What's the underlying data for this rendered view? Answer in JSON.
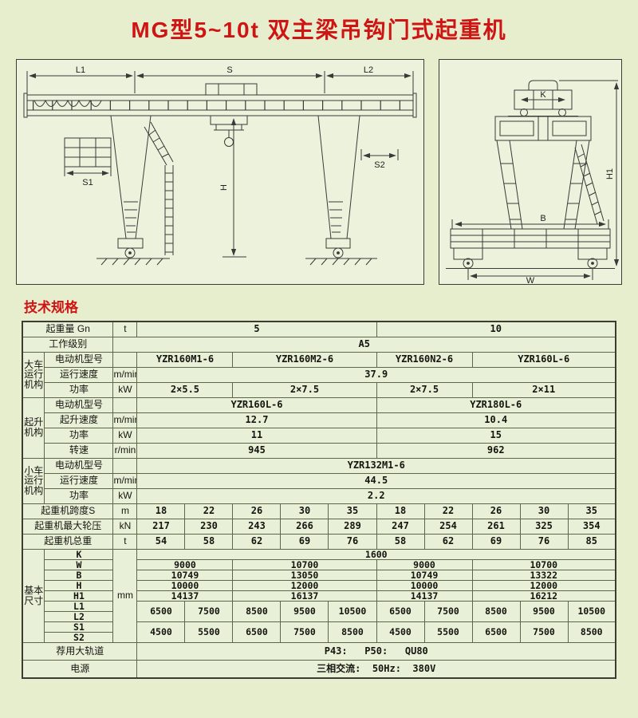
{
  "title": "MG型5~10t 双主梁吊钩门式起重机",
  "section_heading": "技术规格",
  "colors": {
    "background": "#e7eecd",
    "heading_red": "#cf1414",
    "cell_dark": "#cddeb5",
    "cell_light": "#eaf1da",
    "cell_header": "#d8e5c0",
    "line_color": "#3a3a3a"
  },
  "drawings": {
    "front": {
      "labels": {
        "l1": "L1",
        "s": "S",
        "l2": "L2",
        "s1": "S1",
        "s2": "S2",
        "h": "H"
      }
    },
    "end": {
      "labels": {
        "k": "K",
        "b": "B",
        "w": "W",
        "h1": "H1"
      }
    }
  },
  "table": {
    "rows": [
      {
        "cells": [
          {
            "t": "起重量 Gn",
            "c": "hd lab",
            "cs": 2
          },
          {
            "t": "t",
            "c": "hd unit"
          },
          {
            "t": "5",
            "c": "num lt",
            "cs": 5
          },
          {
            "t": "10",
            "c": "num dk",
            "cs": 5
          }
        ]
      },
      {
        "cells": [
          {
            "t": "工作级别",
            "c": "hd lab",
            "cs": 2
          },
          {
            "t": "A5",
            "c": "num lt",
            "cs": 11
          }
        ]
      },
      {
        "cells": [
          {
            "t": "大车\n运行\n机构",
            "c": "hd grp",
            "rs": 3
          },
          {
            "t": "电动机型号",
            "c": "hd lab"
          },
          {
            "t": "",
            "c": "hd unit"
          },
          {
            "t": "YZR160M1-6",
            "c": "num dk",
            "cs": 2
          },
          {
            "t": "YZR160M2-6",
            "c": "num lt",
            "cs": 3
          },
          {
            "t": "YZR160N2-6",
            "c": "num dk",
            "cs": 2
          },
          {
            "t": "YZR160L-6",
            "c": "num lt",
            "cs": 3
          }
        ]
      },
      {
        "cells": [
          {
            "t": "运行速度",
            "c": "hd lab"
          },
          {
            "t": "m/min",
            "c": "hd unit"
          },
          {
            "t": "37.9",
            "c": "num lt",
            "cs": 10
          }
        ]
      },
      {
        "cells": [
          {
            "t": "功率",
            "c": "hd lab"
          },
          {
            "t": "kW",
            "c": "hd unit"
          },
          {
            "t": "2×5.5",
            "c": "num dk",
            "cs": 2
          },
          {
            "t": "2×7.5",
            "c": "num lt",
            "cs": 3
          },
          {
            "t": "2×7.5",
            "c": "num dk",
            "cs": 2
          },
          {
            "t": "2×11",
            "c": "num lt",
            "cs": 3
          }
        ]
      },
      {
        "cells": [
          {
            "t": "起升\n机构",
            "c": "hd grp",
            "rs": 4
          },
          {
            "t": "电动机型号",
            "c": "hd lab"
          },
          {
            "t": "",
            "c": "hd unit"
          },
          {
            "t": "YZR160L-6",
            "c": "num lt",
            "cs": 5
          },
          {
            "t": "YZR180L-6",
            "c": "num dk",
            "cs": 5
          }
        ]
      },
      {
        "cells": [
          {
            "t": "起升速度",
            "c": "hd lab"
          },
          {
            "t": "m/min",
            "c": "hd unit"
          },
          {
            "t": "12.7",
            "c": "num lt",
            "cs": 5
          },
          {
            "t": "10.4",
            "c": "num dk",
            "cs": 5
          }
        ]
      },
      {
        "cells": [
          {
            "t": "功率",
            "c": "hd lab"
          },
          {
            "t": "kW",
            "c": "hd unit"
          },
          {
            "t": "11",
            "c": "num lt",
            "cs": 5
          },
          {
            "t": "15",
            "c": "num dk",
            "cs": 5
          }
        ]
      },
      {
        "cells": [
          {
            "t": "转速",
            "c": "hd lab"
          },
          {
            "t": "r/min",
            "c": "hd unit"
          },
          {
            "t": "945",
            "c": "num lt",
            "cs": 5
          },
          {
            "t": "962",
            "c": "num dk",
            "cs": 5
          }
        ]
      },
      {
        "cells": [
          {
            "t": "小车\n运行\n机构",
            "c": "hd grp",
            "rs": 3
          },
          {
            "t": "电动机型号",
            "c": "hd lab"
          },
          {
            "t": "",
            "c": "hd unit"
          },
          {
            "t": "YZR132M1-6",
            "c": "num lt",
            "cs": 10
          }
        ]
      },
      {
        "cells": [
          {
            "t": "运行速度",
            "c": "hd lab"
          },
          {
            "t": "m/min",
            "c": "hd unit"
          },
          {
            "t": "44.5",
            "c": "num lt",
            "cs": 10
          }
        ]
      },
      {
        "cells": [
          {
            "t": "功率",
            "c": "hd lab"
          },
          {
            "t": "kW",
            "c": "hd unit"
          },
          {
            "t": "2.2",
            "c": "num lt",
            "cs": 10
          }
        ]
      },
      {
        "cells": [
          {
            "t": "起重机跨度S",
            "c": "hd lab",
            "cs": 2
          },
          {
            "t": "m",
            "c": "hd unit"
          },
          {
            "t": "18",
            "c": "num dk"
          },
          {
            "t": "22",
            "c": "num lt"
          },
          {
            "t": "26",
            "c": "num dk"
          },
          {
            "t": "30",
            "c": "num lt"
          },
          {
            "t": "35",
            "c": "num dk"
          },
          {
            "t": "18",
            "c": "num lt"
          },
          {
            "t": "22",
            "c": "num dk"
          },
          {
            "t": "26",
            "c": "num lt"
          },
          {
            "t": "30",
            "c": "num dk"
          },
          {
            "t": "35",
            "c": "num lt"
          }
        ]
      },
      {
        "cells": [
          {
            "t": "起重机最大轮压",
            "c": "hd lab",
            "cs": 2
          },
          {
            "t": "kN",
            "c": "hd unit"
          },
          {
            "t": "217",
            "c": "num dk"
          },
          {
            "t": "230",
            "c": "num lt"
          },
          {
            "t": "243",
            "c": "num dk"
          },
          {
            "t": "266",
            "c": "num lt"
          },
          {
            "t": "289",
            "c": "num dk"
          },
          {
            "t": "247",
            "c": "num lt"
          },
          {
            "t": "254",
            "c": "num dk"
          },
          {
            "t": "261",
            "c": "num lt"
          },
          {
            "t": "325",
            "c": "num dk"
          },
          {
            "t": "354",
            "c": "num lt"
          }
        ]
      },
      {
        "cells": [
          {
            "t": "起重机总重",
            "c": "hd lab",
            "cs": 2
          },
          {
            "t": "t",
            "c": "hd unit"
          },
          {
            "t": "54",
            "c": "num dk"
          },
          {
            "t": "58",
            "c": "num lt"
          },
          {
            "t": "62",
            "c": "num dk"
          },
          {
            "t": "69",
            "c": "num lt"
          },
          {
            "t": "76",
            "c": "num dk"
          },
          {
            "t": "58",
            "c": "num lt"
          },
          {
            "t": "62",
            "c": "num dk"
          },
          {
            "t": "69",
            "c": "num lt"
          },
          {
            "t": "76",
            "c": "num dk"
          },
          {
            "t": "85",
            "c": "num lt"
          }
        ]
      },
      {
        "cls": "dim",
        "cells": [
          {
            "t": "基本\n尺寸",
            "c": "hd grp",
            "rs": 9
          },
          {
            "t": "K",
            "c": "hd num"
          },
          {
            "t": "mm",
            "c": "hd unit",
            "rs": 9
          },
          {
            "t": "1600",
            "c": "num lt",
            "cs": 10
          }
        ]
      },
      {
        "cls": "dim",
        "cells": [
          {
            "t": "W",
            "c": "hd num"
          },
          {
            "t": "9000",
            "c": "num dk",
            "cs": 2
          },
          {
            "t": "10700",
            "c": "num lt",
            "cs": 3
          },
          {
            "t": "9000",
            "c": "num dk",
            "cs": 2
          },
          {
            "t": "10700",
            "c": "num lt",
            "cs": 3
          }
        ]
      },
      {
        "cls": "dim",
        "cells": [
          {
            "t": "B",
            "c": "hd num"
          },
          {
            "t": "10749",
            "c": "num dk",
            "cs": 2
          },
          {
            "t": "13050",
            "c": "num lt",
            "cs": 3
          },
          {
            "t": "10749",
            "c": "num dk",
            "cs": 2
          },
          {
            "t": "13322",
            "c": "num lt",
            "cs": 3
          }
        ]
      },
      {
        "cls": "dim",
        "cells": [
          {
            "t": "H",
            "c": "hd num"
          },
          {
            "t": "10000",
            "c": "num dk",
            "cs": 2
          },
          {
            "t": "12000",
            "c": "num lt",
            "cs": 3
          },
          {
            "t": "10000",
            "c": "num dk",
            "cs": 2
          },
          {
            "t": "12000",
            "c": "num lt",
            "cs": 3
          }
        ]
      },
      {
        "cls": "dim",
        "cells": [
          {
            "t": "H1",
            "c": "hd num"
          },
          {
            "t": "14137",
            "c": "num dk",
            "cs": 2
          },
          {
            "t": "16137",
            "c": "num lt",
            "cs": 3
          },
          {
            "t": "14137",
            "c": "num dk",
            "cs": 2
          },
          {
            "t": "16212",
            "c": "num lt",
            "cs": 3
          }
        ]
      },
      {
        "cls": "dim",
        "cells": [
          {
            "t": "L1",
            "c": "hd num"
          },
          {
            "t": "6500",
            "c": "num dk",
            "rs": 2
          },
          {
            "t": "7500",
            "c": "num lt",
            "rs": 2
          },
          {
            "t": "8500",
            "c": "num dk",
            "rs": 2
          },
          {
            "t": "9500",
            "c": "num lt",
            "rs": 2
          },
          {
            "t": "10500",
            "c": "num dk",
            "rs": 2
          },
          {
            "t": "6500",
            "c": "num lt",
            "rs": 2
          },
          {
            "t": "7500",
            "c": "num dk",
            "rs": 2
          },
          {
            "t": "8500",
            "c": "num lt",
            "rs": 2
          },
          {
            "t": "9500",
            "c": "num dk",
            "rs": 2
          },
          {
            "t": "10500",
            "c": "num lt",
            "rs": 2
          }
        ]
      },
      {
        "cls": "dim",
        "cells": [
          {
            "t": "L2",
            "c": "hd num"
          }
        ]
      },
      {
        "cls": "dim",
        "cells": [
          {
            "t": "S1",
            "c": "hd num"
          },
          {
            "t": "4500",
            "c": "num dk",
            "rs": 2
          },
          {
            "t": "5500",
            "c": "num lt",
            "rs": 2
          },
          {
            "t": "6500",
            "c": "num dk",
            "rs": 2
          },
          {
            "t": "7500",
            "c": "num lt",
            "rs": 2
          },
          {
            "t": "8500",
            "c": "num dk",
            "rs": 2
          },
          {
            "t": "4500",
            "c": "num lt",
            "rs": 2
          },
          {
            "t": "5500",
            "c": "num dk",
            "rs": 2
          },
          {
            "t": "6500",
            "c": "num lt",
            "rs": 2
          },
          {
            "t": "7500",
            "c": "num dk",
            "rs": 2
          },
          {
            "t": "8500",
            "c": "num lt",
            "rs": 2
          }
        ]
      },
      {
        "cls": "dim",
        "cells": [
          {
            "t": "S2",
            "c": "hd num"
          }
        ]
      },
      {
        "cls": "tall",
        "cells": [
          {
            "t": "荐用大轨道",
            "c": "hd lab",
            "cs": 3
          },
          {
            "t": "P43:   P50:   QU80",
            "c": "num lt",
            "cs": 10
          }
        ]
      },
      {
        "cls": "tall",
        "cells": [
          {
            "t": "电源",
            "c": "hd lab",
            "cs": 3
          },
          {
            "t": "三相交流:  50Hz:  380V",
            "c": "num lt",
            "cs": 10
          }
        ]
      }
    ]
  }
}
